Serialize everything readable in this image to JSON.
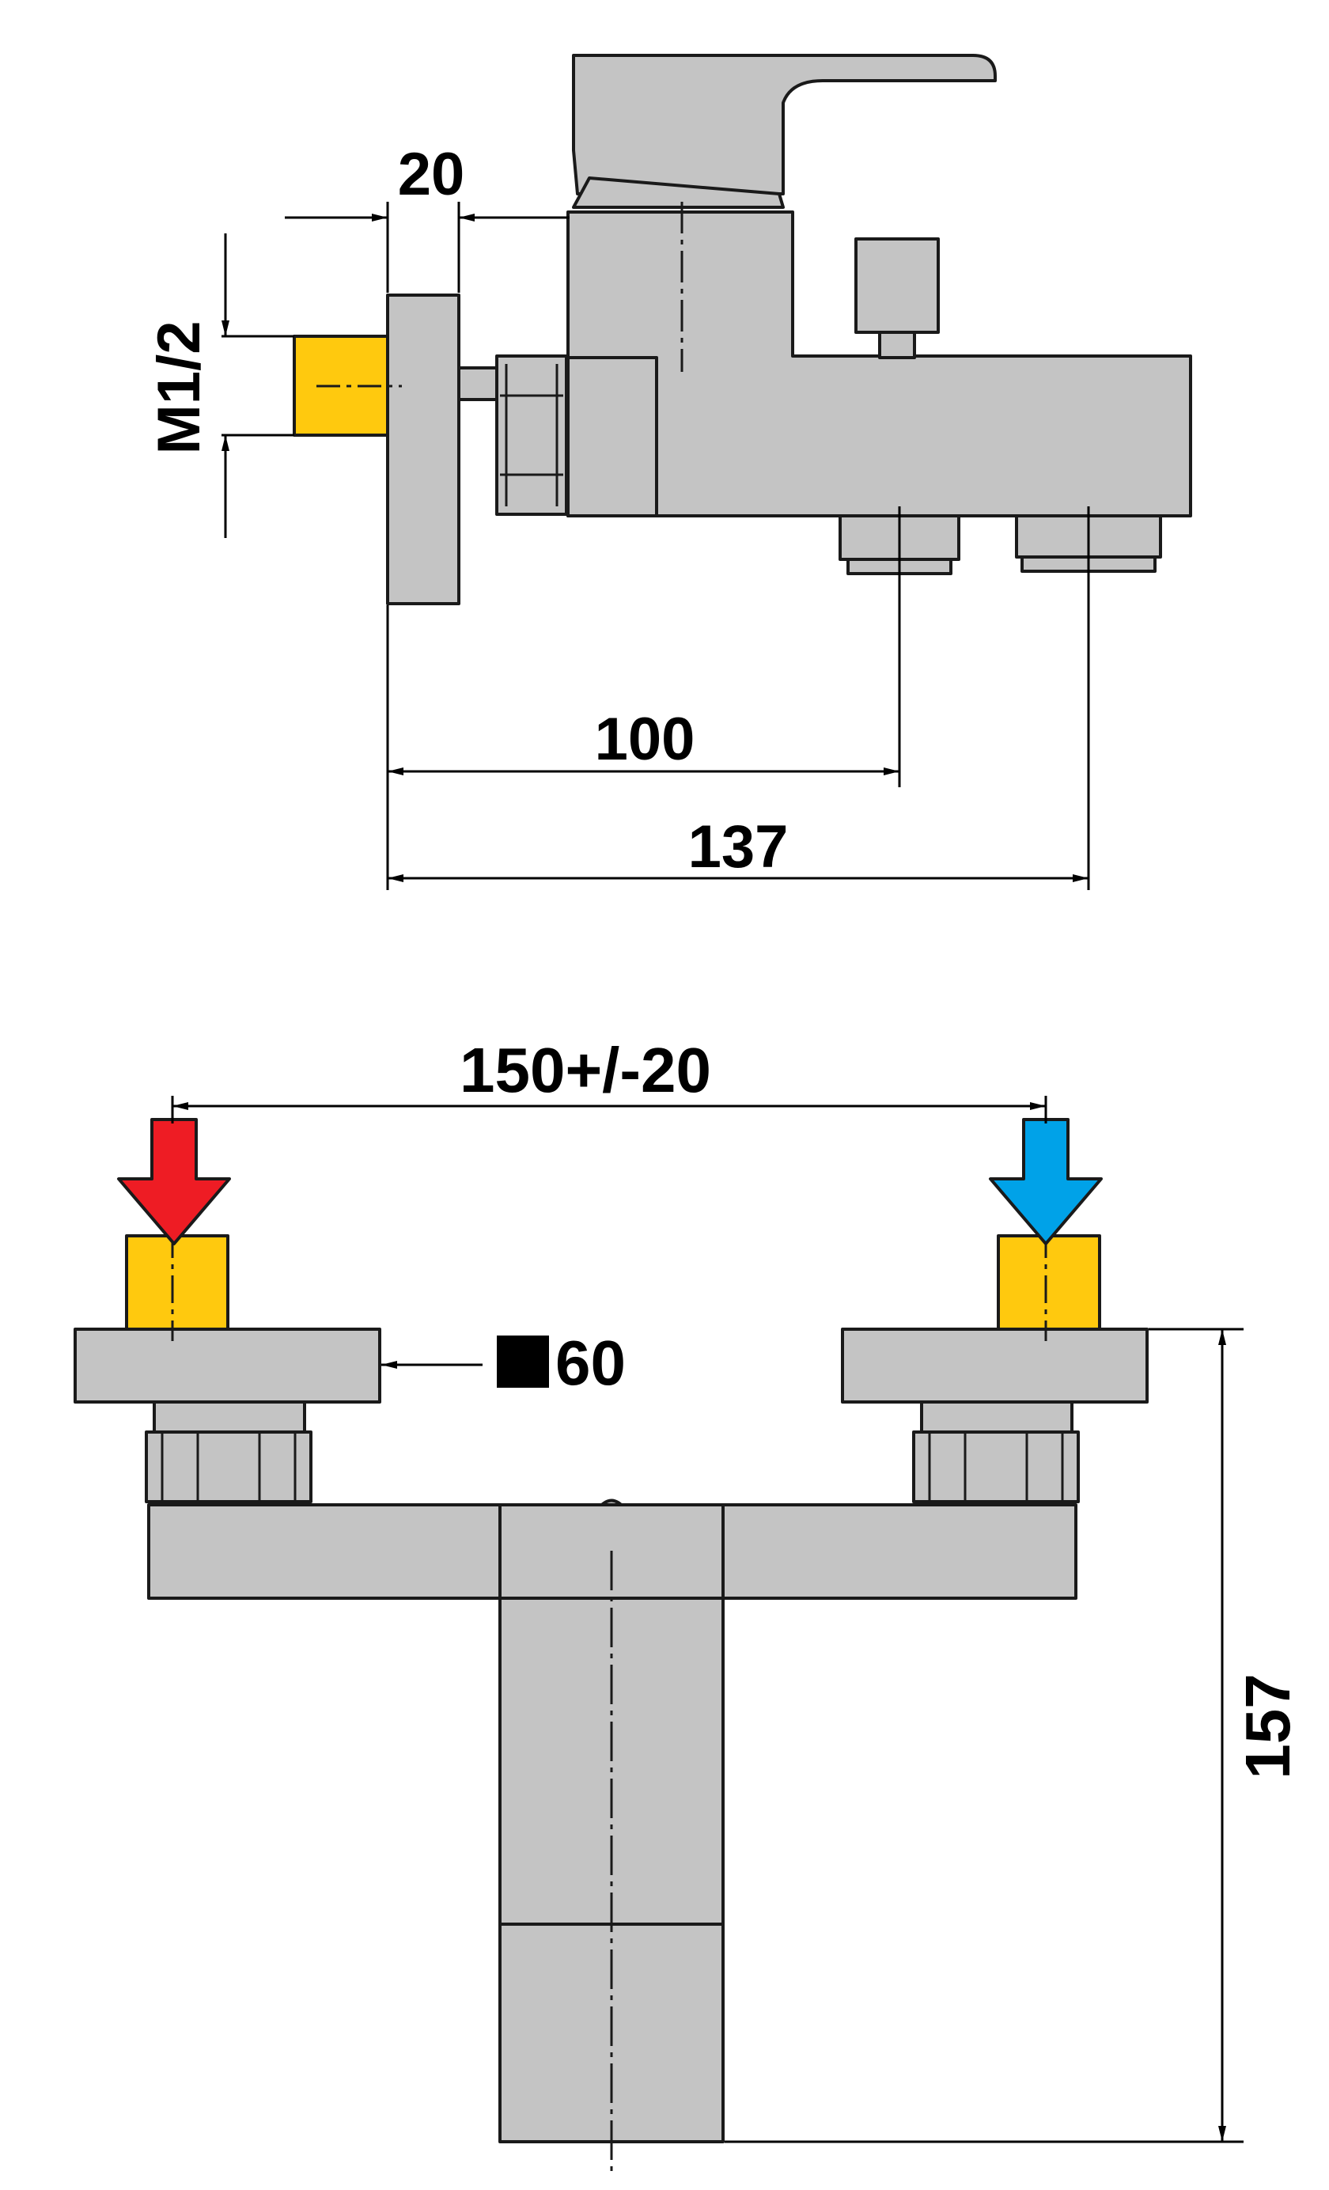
{
  "dimensions": {
    "outlet_depth": "20",
    "thread": "M1/2",
    "spout_offset": "100",
    "diverter_offset": "137",
    "center_distance": "150+/-20",
    "flange_size": "60",
    "total_height": "157"
  },
  "colors": {
    "body": "#c4c4c4",
    "outline": "#1a1a1a",
    "thread": "#ffc90e",
    "hot_arrow": "#ee1c24",
    "cold_arrow": "#00a2e8",
    "dimension_line": "#000000"
  }
}
